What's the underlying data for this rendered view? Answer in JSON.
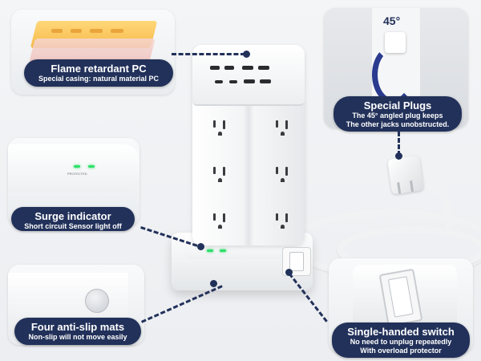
{
  "callouts": {
    "flame": {
      "title": "Flame retardant PC",
      "subtitle": "Special casing: natural material PC"
    },
    "plugs": {
      "title": "Special Plugs",
      "subtitle_line1": "The 45° angled plug keeps",
      "subtitle_line2": "The other jacks unobstructed.",
      "angle_label": "45°"
    },
    "surge": {
      "title": "Surge indicator",
      "subtitle": "Short circuit Sensor light off",
      "indicator_text": "PROTECTED"
    },
    "mats": {
      "title": "Four anti-slip mats",
      "subtitle": "Non-slip will not move easily"
    },
    "switch": {
      "title": "Single-handed switch",
      "subtitle_line1": "No need to unplug repeatedly",
      "subtitle_line2": "With overload protector"
    }
  },
  "colors": {
    "accent": "#22315a",
    "led": "#2fe06a",
    "casing": "#f4f5f6",
    "flame_layer": "#f8c35a"
  }
}
